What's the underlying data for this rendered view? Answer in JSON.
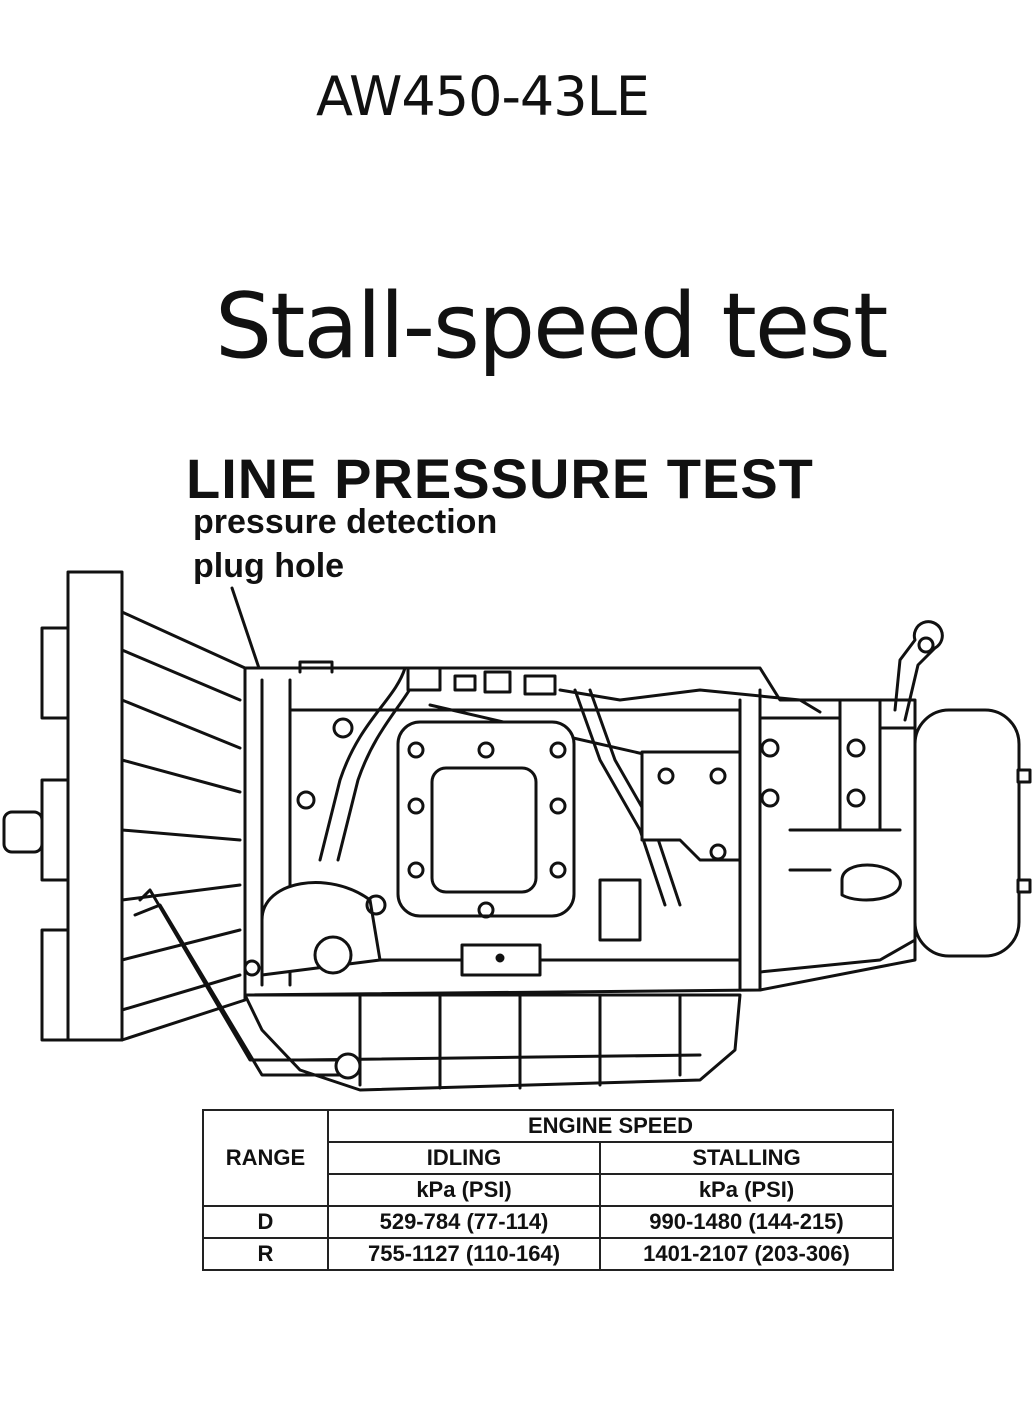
{
  "header": {
    "model_code": "AW450-43LE",
    "title": "Stall-speed test"
  },
  "figure": {
    "heading": "LINE PRESSURE TEST",
    "callout_line1": "pressure detection",
    "callout_line2": "plug hole",
    "subject_icon": "transmission-assembly-drawing"
  },
  "table": {
    "range_header": "RANGE",
    "group_header": "ENGINE SPEED",
    "col_idling": "IDLING",
    "col_stalling": "STALLING",
    "unit_idling": "kPa (PSI)",
    "unit_stalling": "kPa (PSI)",
    "rows": [
      {
        "range": "D",
        "idling": "529-784 (77-114)",
        "stalling": "990-1480 (144-215)"
      },
      {
        "range": "R",
        "idling": "755-1127 (110-164)",
        "stalling": "1401-2107 (203-306)"
      }
    ]
  }
}
